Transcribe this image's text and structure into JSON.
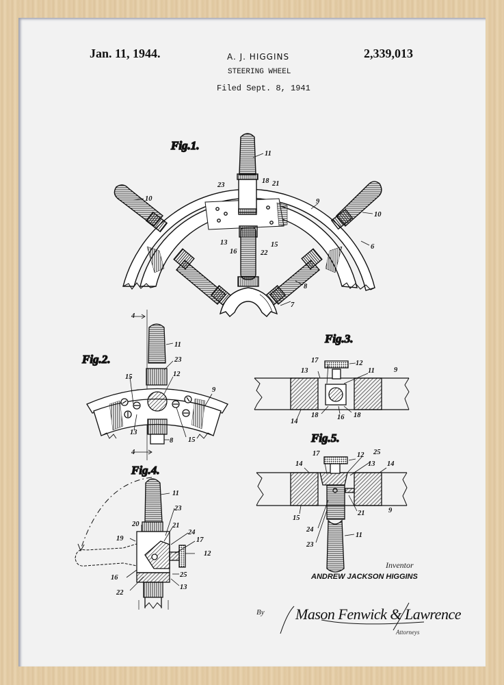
{
  "header": {
    "date": "Jan. 11, 1944.",
    "inventor": "A. J. HIGGINS",
    "patent_number": "2,339,013",
    "title": "STEERING WHEEL",
    "filed": "Filed Sept. 8, 1941"
  },
  "figures": {
    "fig1": {
      "label": "Fig.1.",
      "refs": [
        "11",
        "10",
        "10",
        "23",
        "18",
        "21",
        "9",
        "6",
        "13",
        "16",
        "22",
        "15",
        "8",
        "7"
      ]
    },
    "fig2": {
      "label": "Fig.2.",
      "refs": [
        "4",
        "11",
        "23",
        "12",
        "15",
        "9",
        "13",
        "8",
        "15",
        "4"
      ]
    },
    "fig3": {
      "label": "Fig.3.",
      "refs": [
        "17",
        "12",
        "13",
        "11",
        "9",
        "14",
        "18",
        "16",
        "18"
      ]
    },
    "fig4": {
      "label": "Fig.4.",
      "refs": [
        "11",
        "23",
        "20",
        "21",
        "19",
        "24",
        "17",
        "12",
        "16",
        "25",
        "22",
        "13"
      ]
    },
    "fig5": {
      "label": "Fig.5.",
      "refs": [
        "17",
        "12",
        "25",
        "14",
        "13",
        "14",
        "15",
        "21",
        "9",
        "24",
        "23",
        "11"
      ]
    }
  },
  "signature": {
    "inventor_label": "Inventor",
    "inventor_name": "ANDREW JACKSON HIGGINS",
    "by": "By",
    "attorneys_signature": "Mason Fenwick & Lawrence",
    "attorneys_label": "Attorneys"
  },
  "colors": {
    "frame": "#e3cba5",
    "paper": "#f2f2f2",
    "ink": "#111111"
  }
}
